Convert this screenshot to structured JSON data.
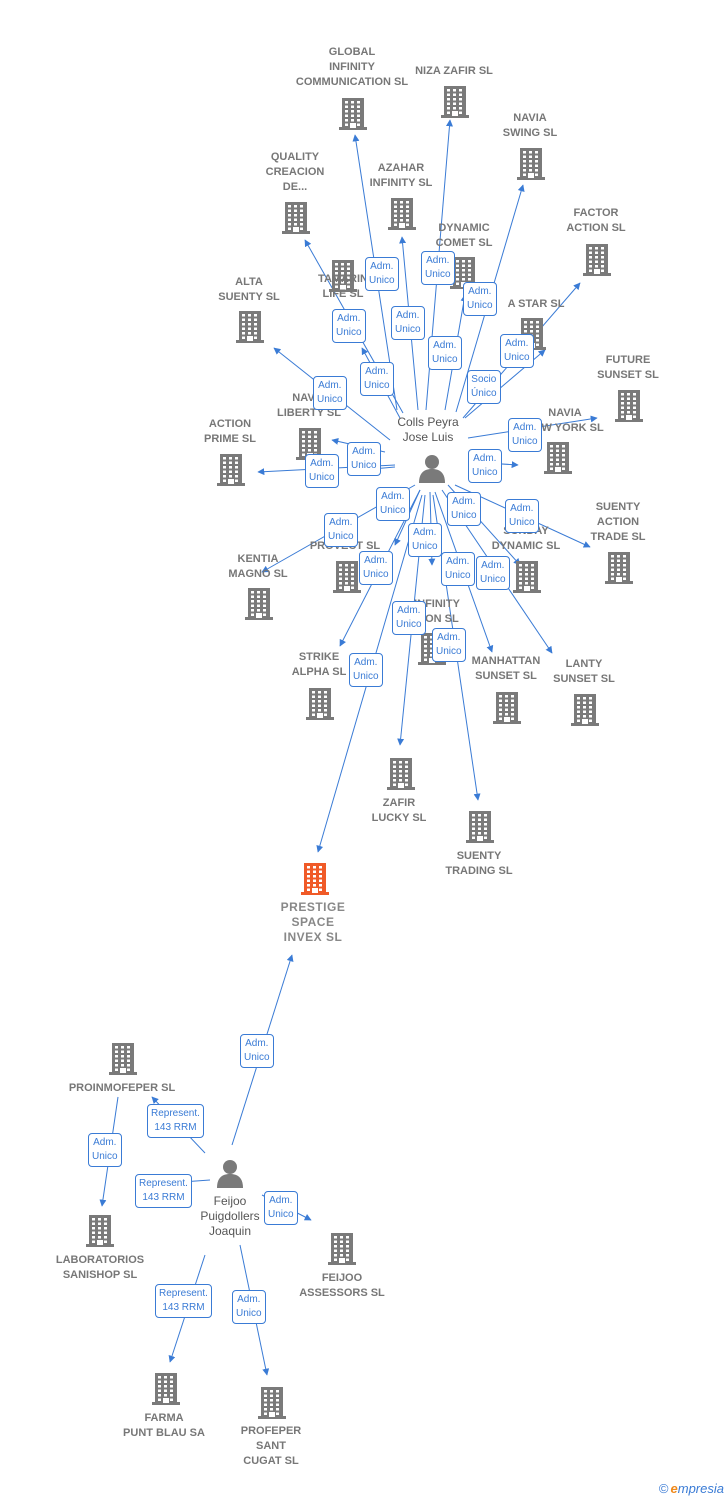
{
  "colors": {
    "edge": "#3a7bd5",
    "building": "#7a7a7a",
    "main_building": "#f05a28",
    "person": "#7a7a7a"
  },
  "persons": [
    {
      "id": "colls",
      "name": "Colls Peyra\nJose Luis"
    },
    {
      "id": "feijoo",
      "name": "Feijoo\nPuigdollers\nJoaquin"
    }
  ],
  "companies": [
    {
      "id": "global",
      "name": "GLOBAL\nINFINITY\nCOMMUNICATION SL"
    },
    {
      "id": "niza",
      "name": "NIZA ZAFIR SL"
    },
    {
      "id": "naviaswing",
      "name": "NAVIA\nSWING SL"
    },
    {
      "id": "quality",
      "name": "QUALITY\nCREACION\nDE..."
    },
    {
      "id": "azahar",
      "name": "AZAHAR\nINFINITY SL"
    },
    {
      "id": "factor",
      "name": "FACTOR\nACTION SL"
    },
    {
      "id": "dynamiccomet",
      "name": "DYNAMIC\nCOMET SL"
    },
    {
      "id": "tamarin",
      "name": "TAMARIN\nLIFE SL"
    },
    {
      "id": "altasuenty",
      "name": "ALTA\nSUENTY SL"
    },
    {
      "id": "star",
      "name": "A STAR SL"
    },
    {
      "id": "future",
      "name": "FUTURE\nSUNSET SL"
    },
    {
      "id": "navialiberty",
      "name": "NAVIA\nLIBERTY SL"
    },
    {
      "id": "navianew",
      "name": "NAVIA\nNEW YORK SL"
    },
    {
      "id": "actionprime",
      "name": "ACTION\nPRIME SL"
    },
    {
      "id": "suentyaction",
      "name": "SUENTY\nACTION\nTRADE SL"
    },
    {
      "id": "sundaydynamic",
      "name": "SUNDAY\nDYNAMIC SL"
    },
    {
      "id": "kentia",
      "name": "KENTIA\nMAGNO SL"
    },
    {
      "id": "provect",
      "name": "PROVECT SL"
    },
    {
      "id": "infinity",
      "name": "INFINITY\nLION SL"
    },
    {
      "id": "strike",
      "name": "STRIKE\nALPHA SL"
    },
    {
      "id": "manhattan",
      "name": "MANHATTAN\nSUNSET SL"
    },
    {
      "id": "lanty",
      "name": "LANTY\nSUNSET SL"
    },
    {
      "id": "zafir",
      "name": "ZAFIR\nLUCKY SL"
    },
    {
      "id": "suentytrading",
      "name": "SUENTY\nTRADING SL"
    },
    {
      "id": "prestige",
      "name": "PRESTIGE\nSPACE\nINVEX  SL"
    },
    {
      "id": "proinmofeper",
      "name": "PROINMOFEPER SL"
    },
    {
      "id": "laboratorios",
      "name": "LABORATORIOS\nSANISHOP SL"
    },
    {
      "id": "feijooassessors",
      "name": "FEIJOO\nASSESSORS SL"
    },
    {
      "id": "farma",
      "name": "FARMA\nPUNT BLAU SA"
    },
    {
      "id": "profeper",
      "name": "PROFEPER\nSANT\nCUGAT SL"
    }
  ],
  "edge_labels": [
    {
      "id": "e-global",
      "text": "Adm.\nUnico"
    },
    {
      "id": "e-niza",
      "text": "Adm.\nUnico"
    },
    {
      "id": "e-naviaswing",
      "text": "Adm.\nUnico"
    },
    {
      "id": "e-quality",
      "text": "Adm.\nUnico"
    },
    {
      "id": "e-azahar",
      "text": "Adm.\nUnico"
    },
    {
      "id": "e-dynamiccomet",
      "text": "Adm.\nUnico"
    },
    {
      "id": "e-tamarin",
      "text": "Adm.\nUnico"
    },
    {
      "id": "e-factor",
      "text": "Adm.\nUnico"
    },
    {
      "id": "e-star",
      "text": "Socio\nÚnico"
    },
    {
      "id": "e-altasuenty",
      "text": "Adm.\nUnico"
    },
    {
      "id": "e-navialiberty",
      "text": "Adm.\nUnico"
    },
    {
      "id": "e-future",
      "text": "Adm.\nUnico"
    },
    {
      "id": "e-actionprime",
      "text": "Adm.\nUnico"
    },
    {
      "id": "e-actionprime2",
      "text": "Adm.\nUnico"
    },
    {
      "id": "e-navianew",
      "text": "Adm.\nUnico"
    },
    {
      "id": "e-kentia",
      "text": "Adm.\nUnico"
    },
    {
      "id": "e-provect",
      "text": "Adm.\nUnico"
    },
    {
      "id": "e-sunday",
      "text": "Adm.\nUnico"
    },
    {
      "id": "e-suentyaction",
      "text": "Adm.\nUnico"
    },
    {
      "id": "e-strike",
      "text": "Adm.\nUnico"
    },
    {
      "id": "e-infinity",
      "text": "Adm.\nUnico"
    },
    {
      "id": "e-manhattan",
      "text": "Adm.\nUnico"
    },
    {
      "id": "e-lanty",
      "text": "Adm.\nUnico"
    },
    {
      "id": "e-zafir",
      "text": "Adm.\nUnico"
    },
    {
      "id": "e-suentytrading",
      "text": "Adm.\nUnico"
    },
    {
      "id": "e-prestige",
      "text": "Adm.\nUnico"
    },
    {
      "id": "e-prestige2",
      "text": "Adm.\nUnico"
    },
    {
      "id": "e-proinmofeper",
      "text": "Represent.\n143 RRM"
    },
    {
      "id": "e-laboratorios",
      "text": "Adm.\nUnico"
    },
    {
      "id": "e-laboratorios2",
      "text": "Represent.\n143 RRM"
    },
    {
      "id": "e-feijooassessors",
      "text": "Adm.\nUnico"
    },
    {
      "id": "e-farma",
      "text": "Represent.\n143 RRM"
    },
    {
      "id": "e-profeper",
      "text": "Adm.\nUnico"
    }
  ],
  "footer": {
    "copyright": "©",
    "brand_initial": "e",
    "brand_rest": "mpresia"
  }
}
